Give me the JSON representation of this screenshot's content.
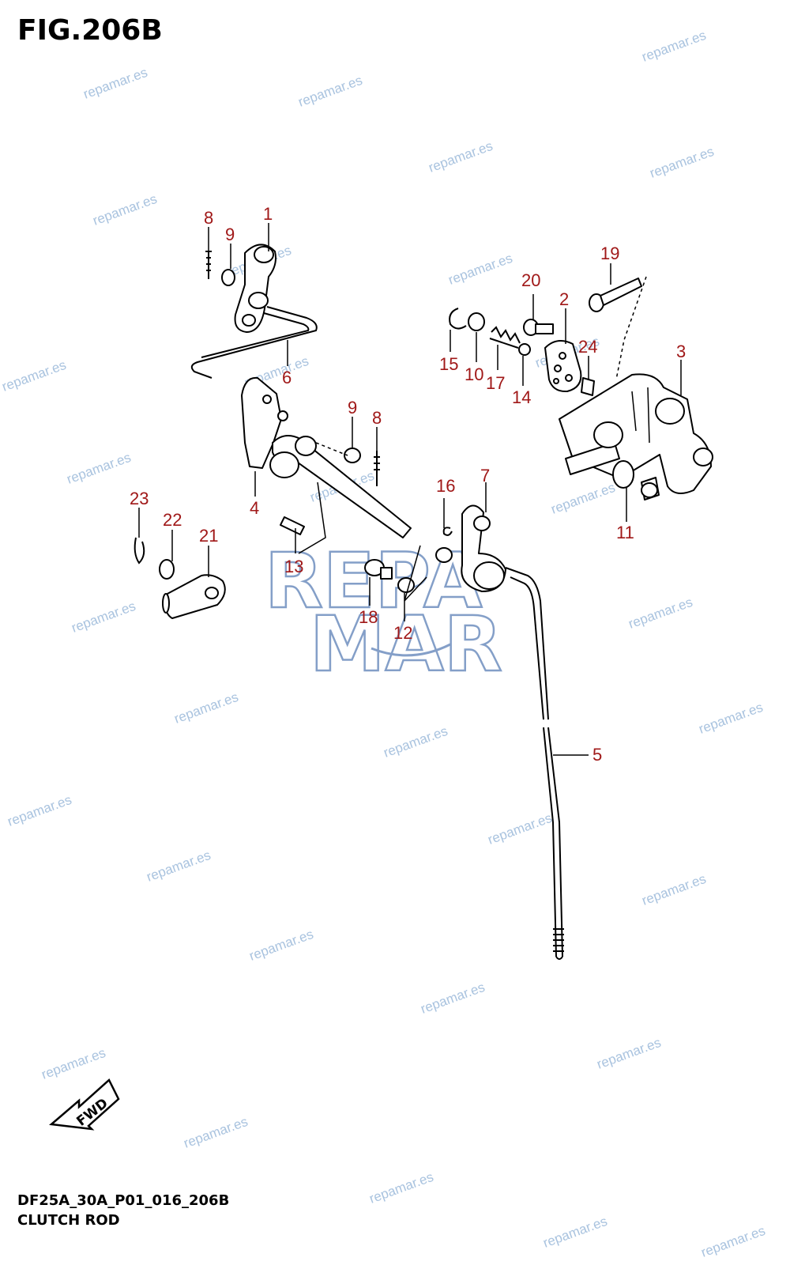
{
  "figure": {
    "title": "FIG.206B"
  },
  "footer": {
    "model_code": "DF25A_30A_P01_016_206B",
    "section_name": "CLUTCH ROD"
  },
  "fwd_arrow": {
    "label": "FWD",
    "icon": "fwd-arrow-icon"
  },
  "watermark": {
    "text": "repamar.es",
    "logo_lines": [
      "REPA",
      "MAR"
    ],
    "color": "#a9c3df"
  },
  "callout_color": "#a01818",
  "callouts": [
    {
      "id": "c1",
      "label": "1"
    },
    {
      "id": "c2",
      "label": "2"
    },
    {
      "id": "c3",
      "label": "3"
    },
    {
      "id": "c4",
      "label": "4"
    },
    {
      "id": "c5",
      "label": "5"
    },
    {
      "id": "c6",
      "label": "6"
    },
    {
      "id": "c7",
      "label": "7"
    },
    {
      "id": "c8a",
      "label": "8"
    },
    {
      "id": "c8b",
      "label": "8"
    },
    {
      "id": "c9a",
      "label": "9"
    },
    {
      "id": "c9b",
      "label": "9"
    },
    {
      "id": "c10",
      "label": "10"
    },
    {
      "id": "c11",
      "label": "11"
    },
    {
      "id": "c12",
      "label": "12"
    },
    {
      "id": "c13",
      "label": "13"
    },
    {
      "id": "c14",
      "label": "14"
    },
    {
      "id": "c15",
      "label": "15"
    },
    {
      "id": "c16",
      "label": "16"
    },
    {
      "id": "c17",
      "label": "17"
    },
    {
      "id": "c18",
      "label": "18"
    },
    {
      "id": "c19",
      "label": "19"
    },
    {
      "id": "c20",
      "label": "20"
    },
    {
      "id": "c21",
      "label": "21"
    },
    {
      "id": "c22",
      "label": "22"
    },
    {
      "id": "c23",
      "label": "23"
    },
    {
      "id": "c24",
      "label": "24"
    }
  ]
}
